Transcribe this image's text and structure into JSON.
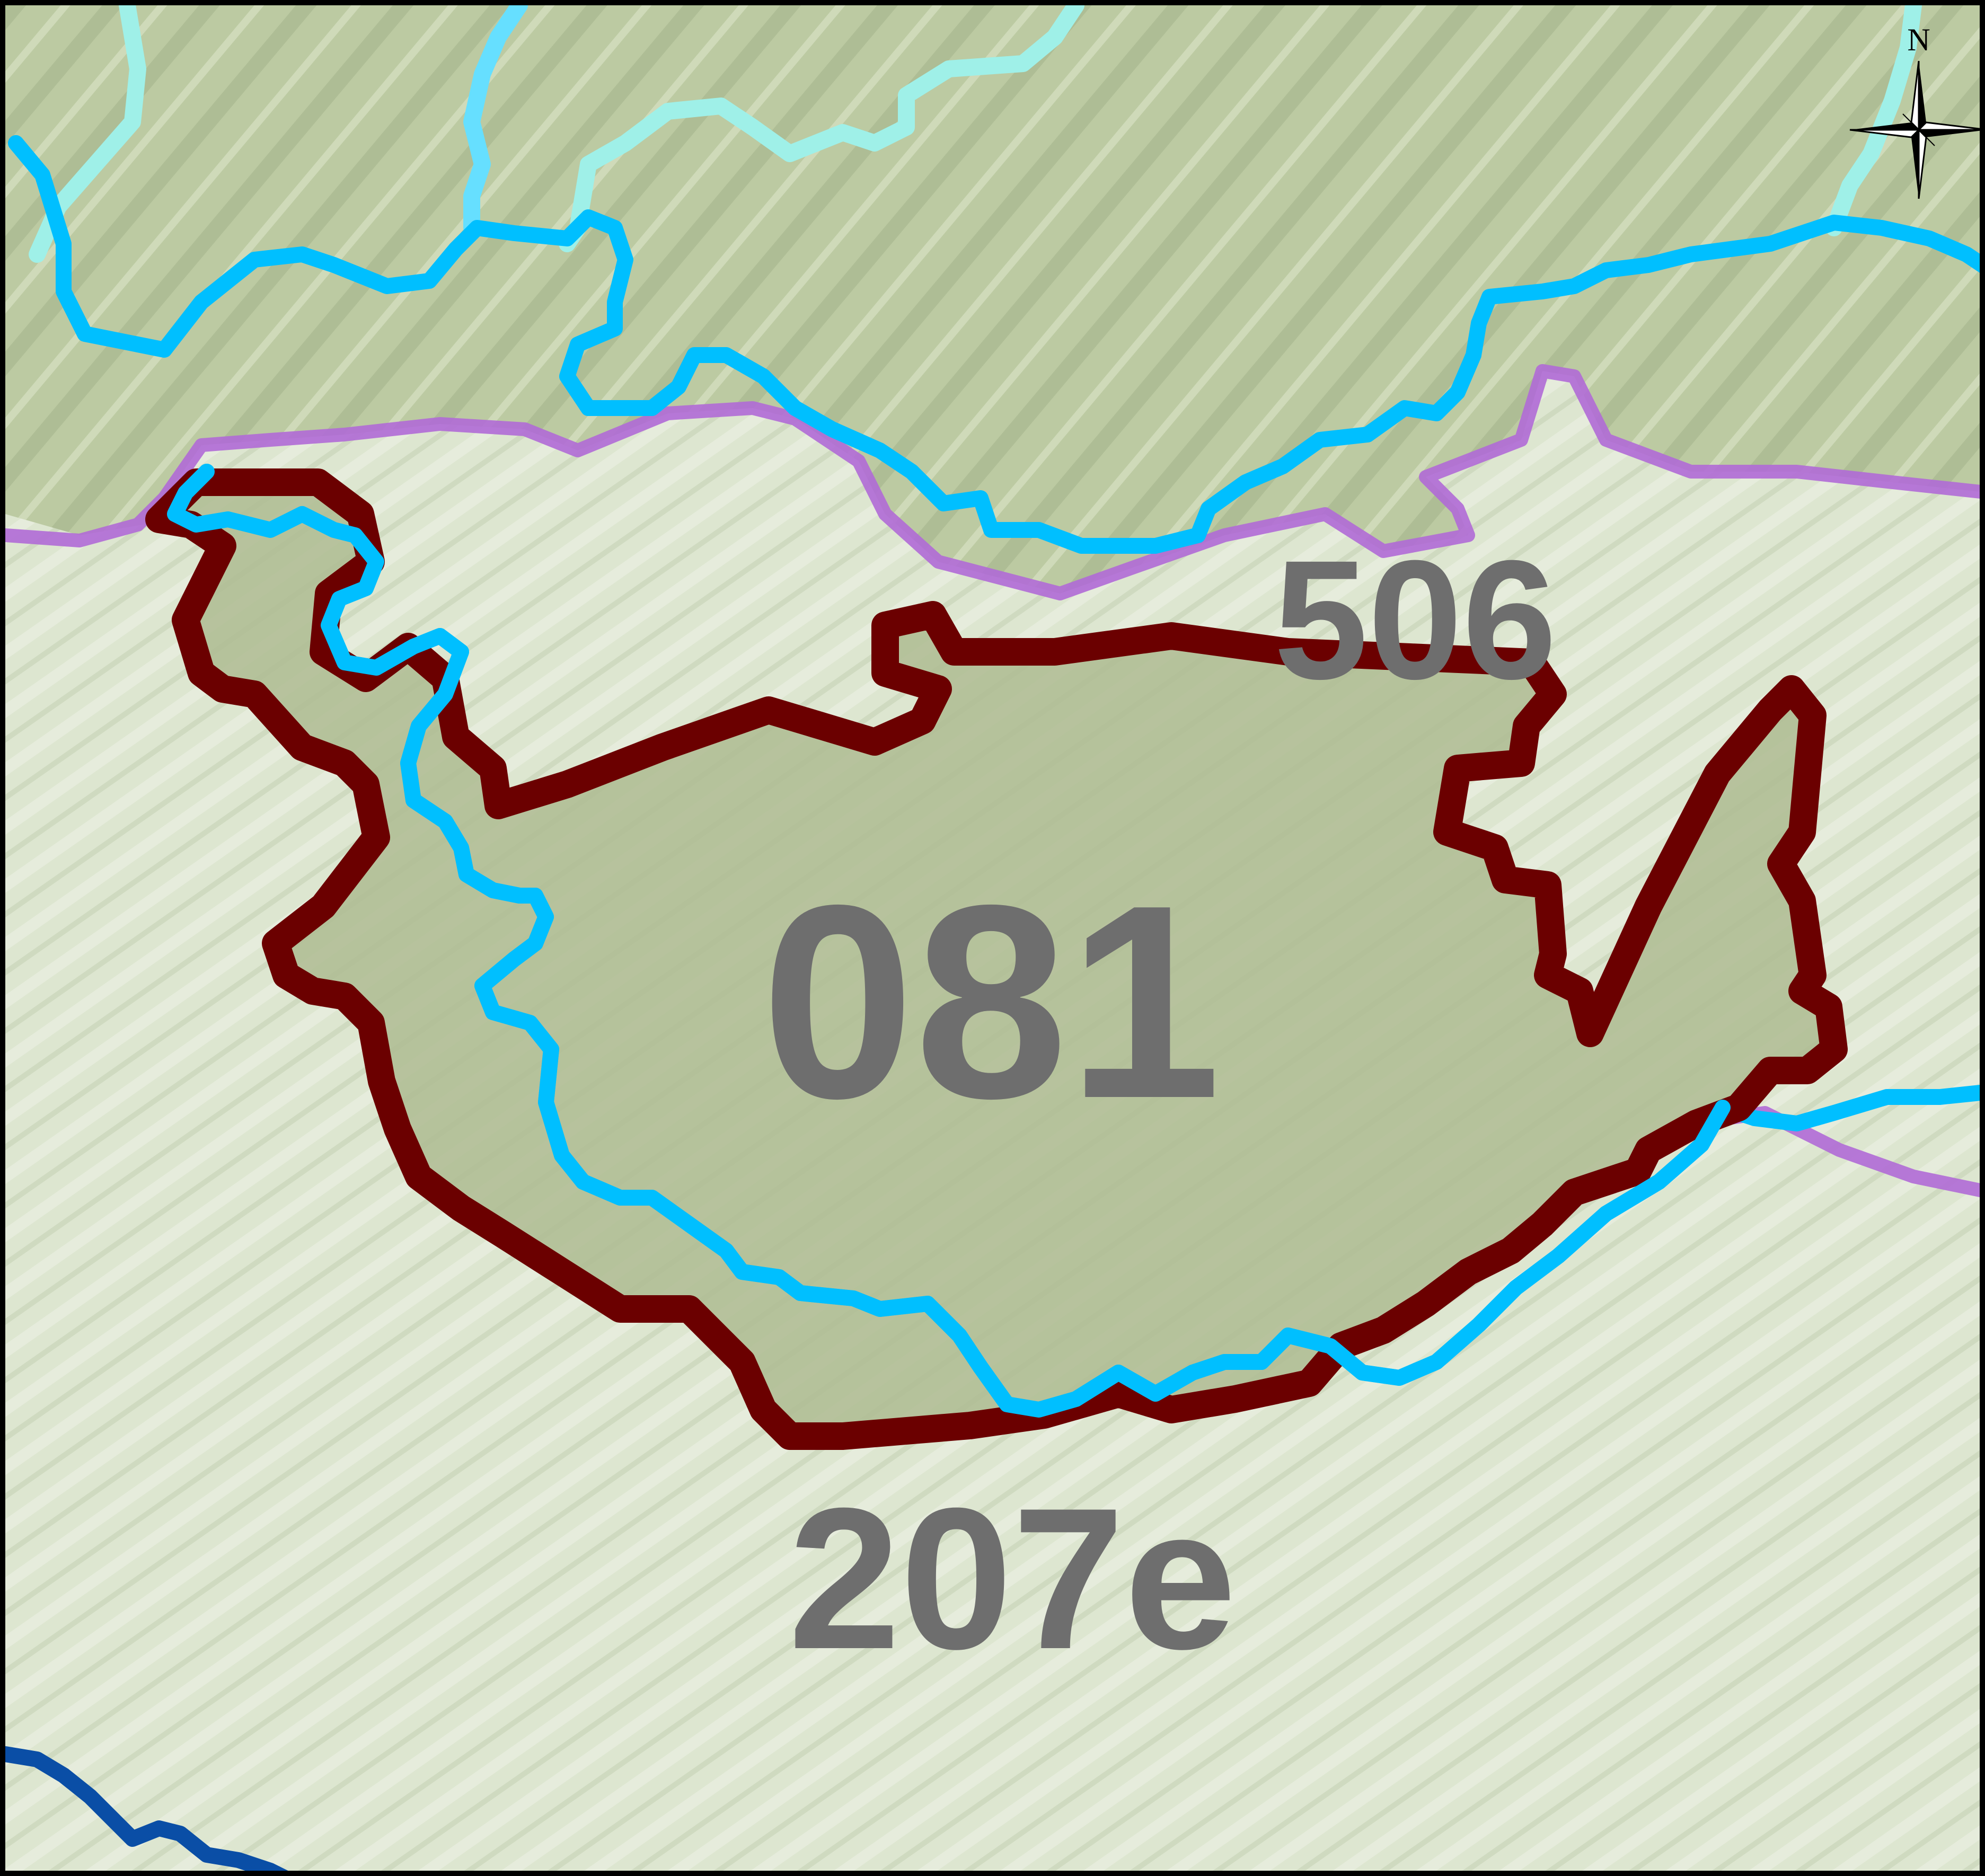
{
  "map": {
    "labels": {
      "zone_main": "081",
      "zone_north": "506",
      "zone_south": "207e"
    },
    "north_arrow": {
      "label": "N",
      "icon": "compass-rose-icon"
    },
    "colors": {
      "upland_fill": "#bccaa2",
      "lowland_fill": "#dde6d0",
      "zone_fill": "#aebb92",
      "zone_outline": "#6b0000",
      "stream_light": "#9ff0e8",
      "stream_blue": "#00bfff",
      "river_dark": "#0a4ea6",
      "boundary_purple": "#b06ad6",
      "label_gray": "#6e6e6e"
    }
  }
}
